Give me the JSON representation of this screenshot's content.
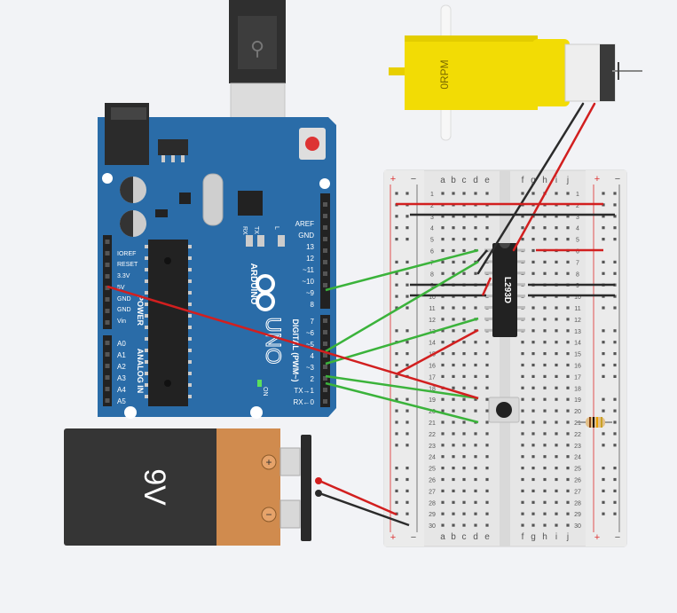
{
  "motor": {
    "label": "0RPM"
  },
  "arduino": {
    "brand": "ARDUINO",
    "model": "UNO",
    "digital_header_label": "DIGITAL (PWM~)",
    "power_label": "POWER",
    "analog_label": "ANALOG IN",
    "on_label": "ON",
    "tx_label": "TX",
    "rx_label": "RX",
    "l_label": "L",
    "top_pins": [
      "AREF",
      "GND",
      "13",
      "12",
      "~11",
      "~10",
      "~9",
      "8"
    ],
    "bottom_pins": [
      "7",
      "~6",
      "~5",
      "4",
      "~3",
      "2",
      "TX→1",
      "RX←0"
    ],
    "power_pins": [
      "IOREF",
      "RESET",
      "3.3V",
      "5V",
      "GND",
      "GND",
      "Vin"
    ],
    "analog_pins": [
      "A0",
      "A1",
      "A2",
      "A3",
      "A4",
      "A5"
    ]
  },
  "chip": {
    "label": "L293D"
  },
  "battery": {
    "label": "9V",
    "plus": "+",
    "minus": "−"
  },
  "breadboard": {
    "cols_left": [
      "a",
      "b",
      "c",
      "d",
      "e"
    ],
    "cols_right": [
      "f",
      "g",
      "h",
      "i",
      "j"
    ],
    "rail_plus": "+",
    "rail_minus": "−",
    "rows": [
      "1",
      "2",
      "3",
      "4",
      "5",
      "6",
      "7",
      "8",
      "9",
      "10",
      "11",
      "12",
      "13",
      "14",
      "15",
      "16",
      "17",
      "18",
      "19",
      "20",
      "21",
      "22",
      "23",
      "24",
      "25",
      "26",
      "27",
      "28",
      "29",
      "30"
    ]
  },
  "colors": {
    "board": "#2a6ca8",
    "motor": "#f2dc05",
    "wire_green": "#3bb33b",
    "wire_red": "#d21f1f",
    "wire_black": "#2b2b2b",
    "battery_body": "#353535",
    "battery_cap": "#d08b4e"
  }
}
